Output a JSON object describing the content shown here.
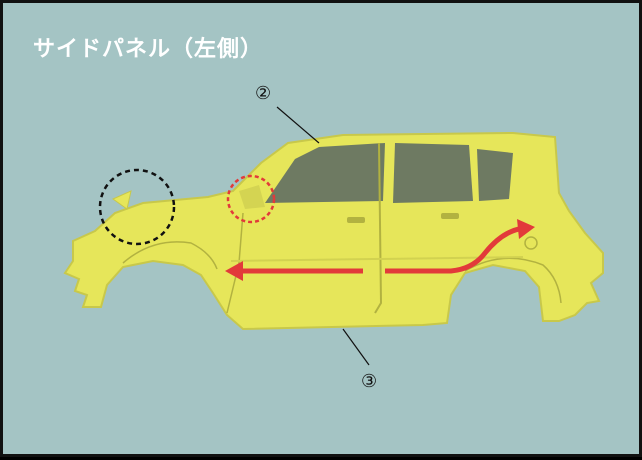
{
  "title": "サイドパネル（左側）",
  "labels": {
    "callout_2": "②",
    "callout_3": "③"
  },
  "colors": {
    "background": "#a4c4c4",
    "panel_fill": "#e6e65a",
    "panel_edge": "#c8c84a",
    "window": "#6e7a62",
    "arrow": "#e23a3a",
    "circle_black": "#111111",
    "circle_red": "#e23a3a"
  }
}
